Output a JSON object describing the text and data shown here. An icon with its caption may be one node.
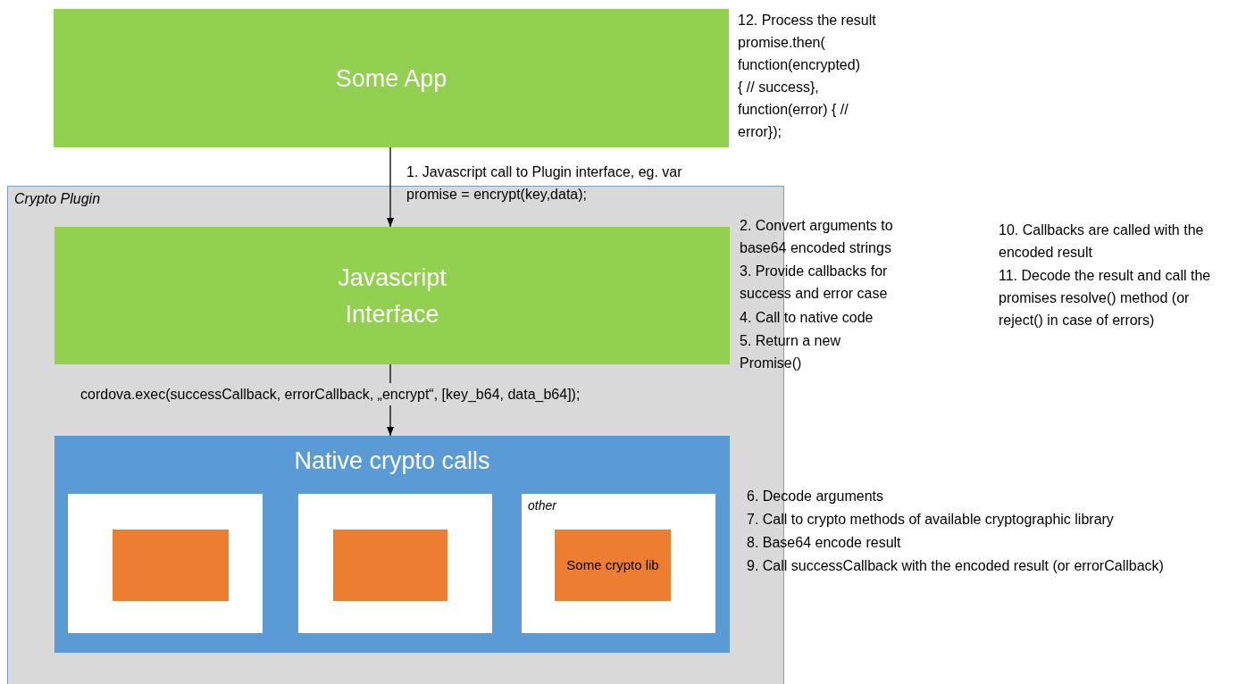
{
  "diagram": {
    "nodes": [
      {
        "text": [
          "Some App"
        ]
      },
      {
        "text": [
          "Crypto Plugin"
        ]
      },
      {
        "text": [
          "Javascript Interface"
        ],
        "in": 1
      },
      {
        "text": [
          "Native crypto calls"
        ],
        "in": 1
      },
      {
        "text": [],
        "shape": "box",
        "in": 3
      },
      {
        "text": [],
        "shape": "box",
        "in": 4
      },
      {
        "text": [],
        "shape": "box",
        "in": 3
      },
      {
        "text": [],
        "shape": "box",
        "in": 6
      },
      {
        "text": [
          "other"
        ],
        "in": 3
      },
      {
        "text": [
          "Some crypto lib"
        ],
        "in": 8
      }
    ],
    "edges": [
      {
        "from": 0,
        "to": 2,
        "arrow": "to",
        "label": "1. Javascript call to Plugin interface, eg. var promise = encrypt(key,data);"
      },
      {
        "from": 2,
        "to": 3,
        "arrow": "to",
        "label": "cordova.exec(successCallback, errorCallback, „encrypt“, [key_b64, data_b64]);"
      }
    ],
    "labels": [
      "12. Process the result",
      "promise.then( function(encrypted) { // success}, function(error) { // error});",
      "2. Convert arguments to base64 encoded strings",
      "3. Provide callbacks for success and error case",
      "4. Call to native code",
      "5. Return a new Promise()",
      "10. Callbacks are called with the encoded result",
      "11. Decode the result and call the promises resolve() method (or reject() in case of errors)",
      "6. Decode arguments",
      "7. Call to crypto methods of available cryptographic library",
      "8. Base64 encode result",
      "9. Call successCallback with the encoded result (or errorCallback)"
    ]
  }
}
